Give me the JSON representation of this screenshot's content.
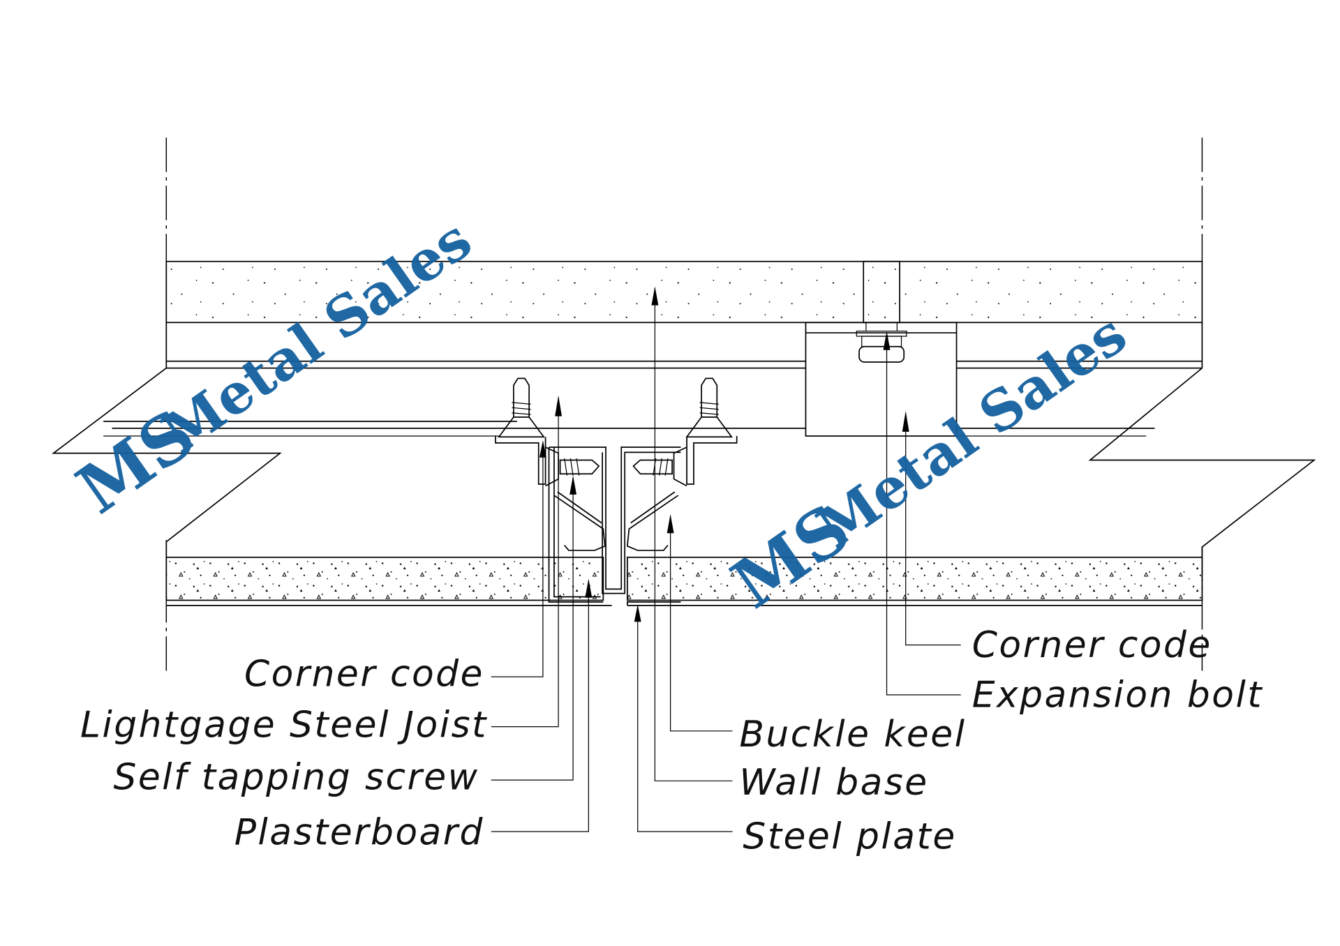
{
  "watermark": {
    "logo": "MS",
    "text": "Metal Sales",
    "color": "#14609f"
  },
  "labels": {
    "left": [
      "Corner code",
      "Lightgage Steel Joist",
      "Self tapping screw",
      "Plasterboard"
    ],
    "middle": [
      "Buckle keel",
      "Wall base",
      "Steel plate"
    ],
    "right": [
      "Corner code",
      "Expansion bolt"
    ]
  }
}
